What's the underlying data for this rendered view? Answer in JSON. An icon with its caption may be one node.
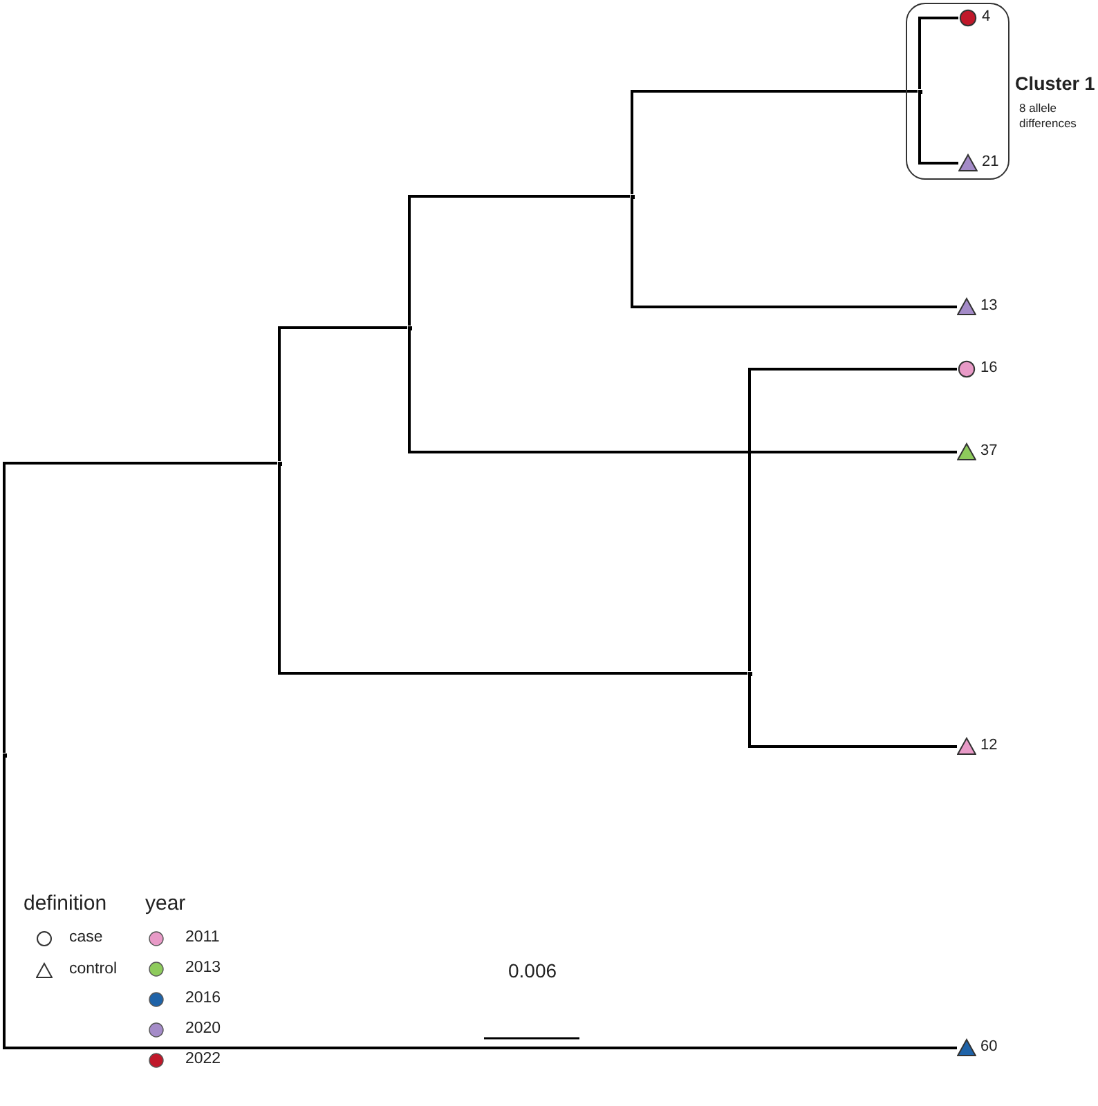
{
  "diagram": {
    "nodes": [
      {
        "text": [
          "Cluster 1",
          "8 allele differences"
        ]
      },
      {
        "text": [],
        "shape": "point",
        "in": 0
      },
      {
        "text": [],
        "shape": "circle",
        "in": 0,
        "beside": [
          "4"
        ]
      },
      {
        "text": [],
        "shape": "triangle",
        "in": 0,
        "beside": [
          "21"
        ]
      },
      {
        "text": [],
        "shape": "triangle",
        "beside": [
          "13"
        ]
      },
      {
        "text": [],
        "shape": "triangle",
        "beside": [
          "37"
        ]
      },
      {
        "text": [],
        "shape": "circle",
        "beside": [
          "16"
        ]
      },
      {
        "text": [],
        "shape": "triangle",
        "beside": [
          "12"
        ]
      },
      {
        "text": [],
        "shape": "triangle",
        "beside": [
          "60"
        ]
      },
      {
        "text": [],
        "shape": "point"
      },
      {
        "text": [],
        "shape": "point"
      },
      {
        "text": [],
        "shape": "point"
      },
      {
        "text": [],
        "shape": "point"
      },
      {
        "text": [],
        "shape": "point"
      }
    ],
    "edges": [
      {
        "from": 9,
        "to": 10,
        "arrow": "none"
      },
      {
        "from": 9,
        "to": 8,
        "arrow": "none"
      },
      {
        "from": 10,
        "to": 11,
        "arrow": "none"
      },
      {
        "from": 10,
        "to": 13,
        "arrow": "none"
      },
      {
        "from": 11,
        "to": 12,
        "arrow": "none"
      },
      {
        "from": 11,
        "to": 5,
        "arrow": "none"
      },
      {
        "from": 12,
        "to": 1,
        "arrow": "none"
      },
      {
        "from": 12,
        "to": 4,
        "arrow": "none"
      },
      {
        "from": 1,
        "to": 2,
        "arrow": "none"
      },
      {
        "from": 1,
        "to": 3,
        "arrow": "none"
      },
      {
        "from": 13,
        "to": 6,
        "arrow": "none"
      },
      {
        "from": 13,
        "to": 7,
        "arrow": "none"
      }
    ],
    "labels": [
      "definition",
      "year",
      "0.006"
    ],
    "legend": [
      {
        "text": "case"
      },
      {
        "text": "control"
      },
      {
        "text": "2011",
        "color": "#e89ac7"
      },
      {
        "text": "2013",
        "color": "#8ecb5c"
      },
      {
        "text": "2016",
        "color": "#1f63a8"
      },
      {
        "text": "2020",
        "color": "#a48bc8"
      },
      {
        "text": "2022",
        "color": "#c0182a"
      }
    ]
  }
}
